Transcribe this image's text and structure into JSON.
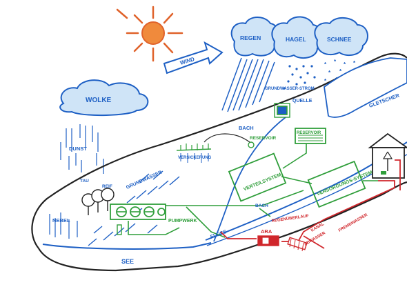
{
  "labels": {
    "sun": "",
    "wind": "WIND",
    "wolke": "WOLKE",
    "regen": "REGEN",
    "hagel": "HAGEL",
    "schnee": "SCHNEE",
    "dunst": "DUNST",
    "tau": "TAU",
    "reif": "REIF",
    "nebel": "NEBEL",
    "grundwasser": "GRUNDWASSER",
    "versickerung": "VERSICKERUNG",
    "grundwasserstrom": "GRUNDWASSER-STROM",
    "quelle": "QUELLE",
    "bach": "BACH",
    "reservoir": "RESERVOIR",
    "reservoir2": "RESERVOIR",
    "verteilsystem": "VERTEILSYSTEM",
    "versorgung": "VERSORGUNGS-SYSTEM",
    "gletscher": "GLETSCHER",
    "pumpwerk": "PUMPWERK",
    "fluss": "FLUSS",
    "bach2": "BACH",
    "see": "SEE",
    "ara": "ARA",
    "kanal": "KANAL",
    "abwasser": "ABWASSER",
    "regenueberlauf": "REGENÜBERLAUF",
    "fremdwasser": "FREMDWASSER"
  },
  "colors": {
    "sun": "#e0622a",
    "blue": "#1d5fc4",
    "lightblue": "#a9cdeb",
    "green": "#2f9e3a",
    "red": "#d0262b",
    "black": "#222222"
  }
}
